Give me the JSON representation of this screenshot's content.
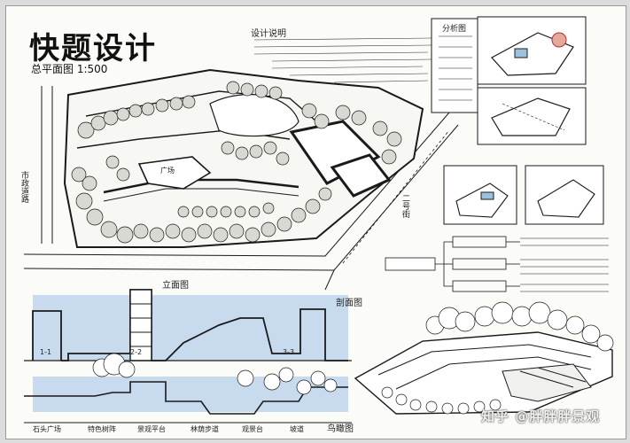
{
  "header": {
    "title": "快题设计",
    "subtitle": "总平面图 1:500"
  },
  "notes": {
    "title": "设计说明"
  },
  "analysis": {
    "title": "分析图"
  },
  "plan": {
    "road_label": "二号街",
    "side_road_label": "市政道路",
    "plaza_label": "广场"
  },
  "section": {
    "title": "剖面图",
    "elevation_label": "立面图",
    "cut_labels": [
      "1-1",
      "2-2",
      "3-3"
    ],
    "bottom_labels": [
      "石头广场",
      "特色树阵",
      "景观平台",
      "林荫步道",
      "观景台",
      "坡道"
    ]
  },
  "perspective": {
    "title": "鸟瞰图"
  },
  "watermark": {
    "text": "知乎 @胖胖胖景观"
  },
  "colors": {
    "paper": "#fbfbf8",
    "ink": "#1a1a1a",
    "water": "#bcd3e8",
    "mid_gray": "#8a8a8a"
  }
}
